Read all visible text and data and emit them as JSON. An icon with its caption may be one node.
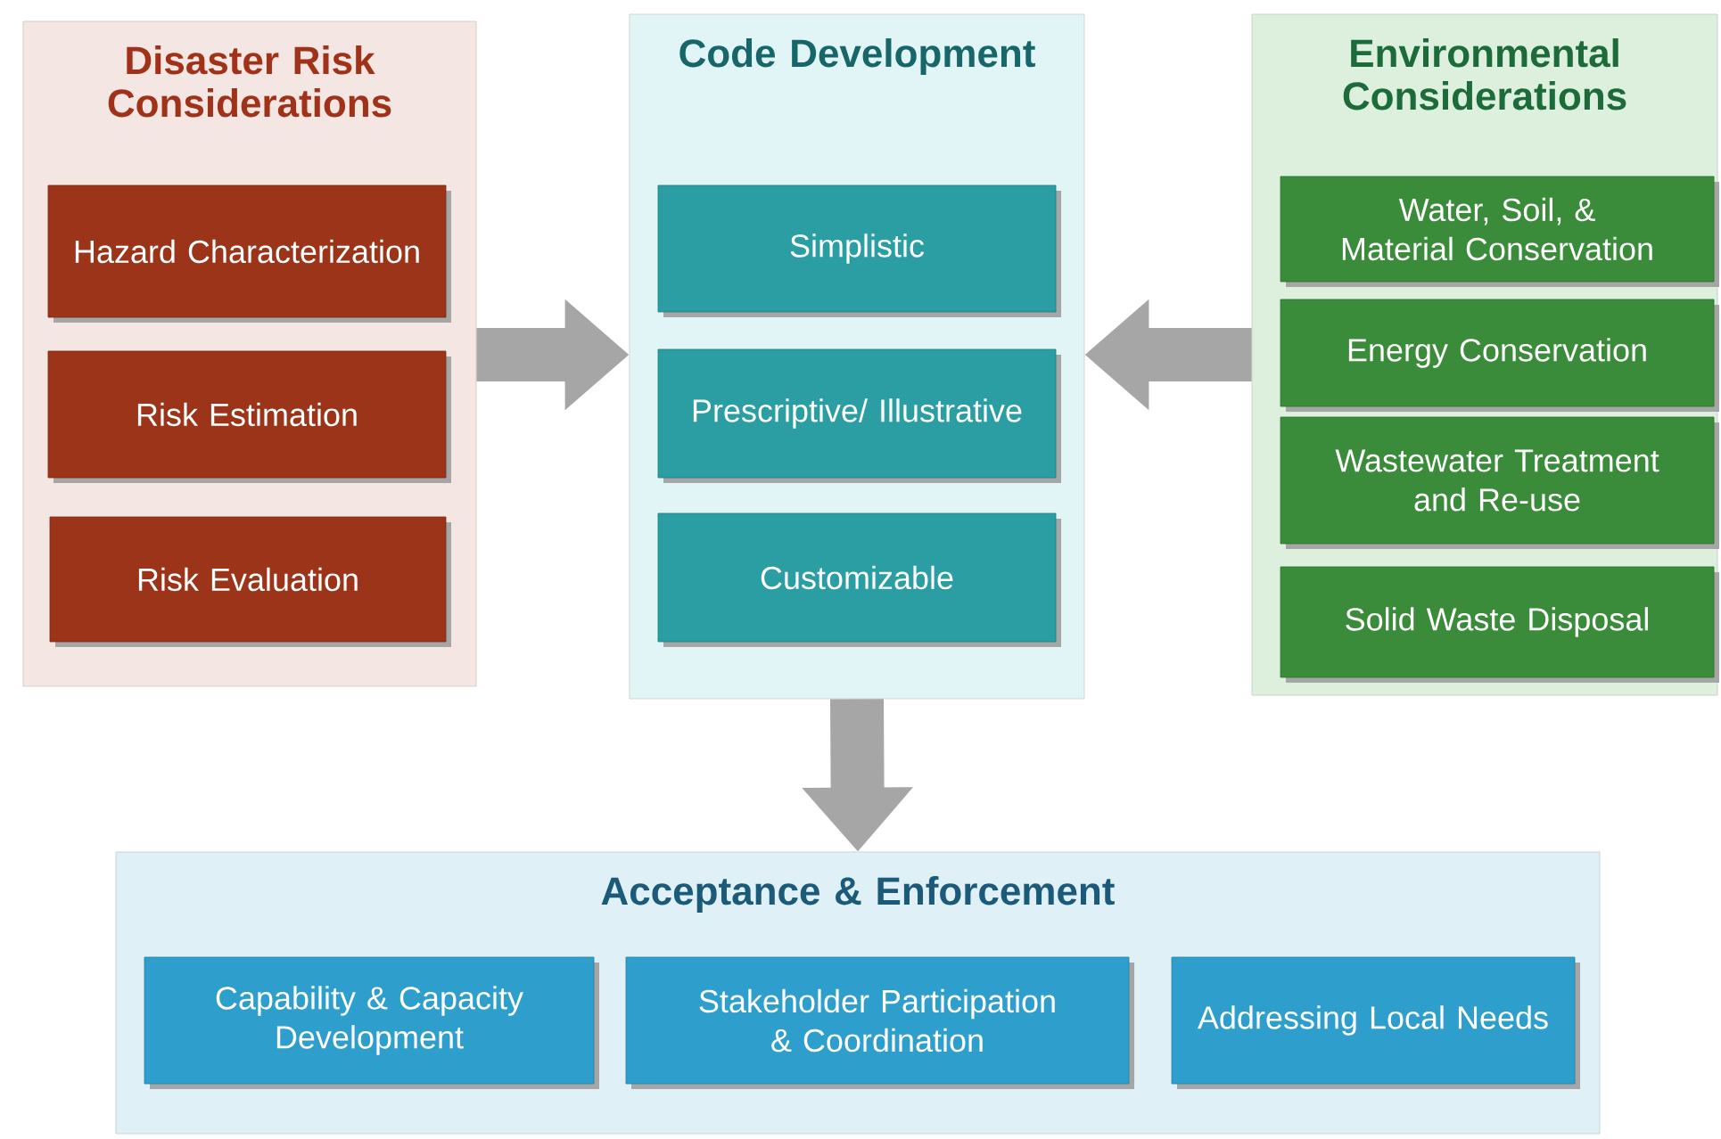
{
  "diagram": {
    "nodes": [
      {
        "text": [
          "Disaster Risk Considerations"
        ]
      },
      {
        "text": [
          "Hazard Characterization"
        ],
        "in": 0
      },
      {
        "text": [
          "Risk Estimation"
        ],
        "in": 0
      },
      {
        "text": [
          "Risk Evaluation"
        ],
        "in": 0
      },
      {
        "text": [
          "Code Development"
        ]
      },
      {
        "text": [
          "Simplistic"
        ],
        "in": 4
      },
      {
        "text": [
          "Prescriptive/ Illustrative"
        ],
        "in": 4
      },
      {
        "text": [
          "Customizable"
        ],
        "in": 4
      },
      {
        "text": [
          "Environmental Considerations"
        ]
      },
      {
        "text": [
          "Water, Soil, & Material Conservation"
        ],
        "in": 8
      },
      {
        "text": [
          "Energy Conservation"
        ],
        "in": 8
      },
      {
        "text": [
          "Wastewater Treatment and Re-use"
        ],
        "in": 8
      },
      {
        "text": [
          "Solid Waste Disposal"
        ],
        "in": 8
      },
      {
        "text": [
          "Acceptance & Enforcement"
        ]
      },
      {
        "text": [
          "Capability & Capacity Development"
        ],
        "in": 13
      },
      {
        "text": [
          "Stakeholder Participation & Coordination"
        ],
        "in": 13
      },
      {
        "text": [
          "Addressing Local Needs"
        ],
        "in": 13
      }
    ],
    "edges": [
      {
        "from": 0,
        "to": 4,
        "arrow": "to"
      },
      {
        "from": 8,
        "to": 4,
        "arrow": "to"
      },
      {
        "from": 4,
        "to": 13,
        "arrow": "to"
      }
    ]
  }
}
